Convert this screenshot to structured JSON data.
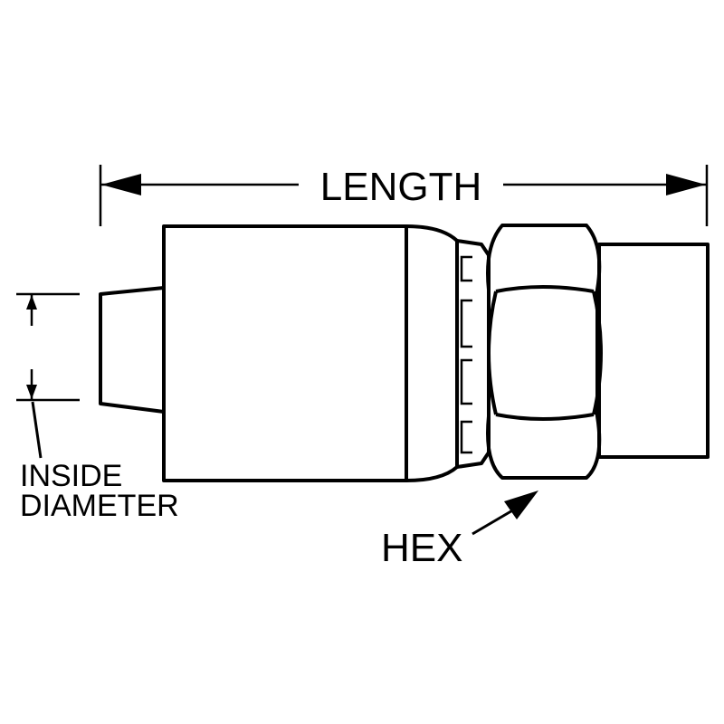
{
  "labels": {
    "length": "LENGTH",
    "inside_diameter_line1": "INSIDE",
    "inside_diameter_line2": "DIAMETER",
    "hex": "HEX"
  },
  "colors": {
    "line": "#000000",
    "background": "#ffffff"
  }
}
